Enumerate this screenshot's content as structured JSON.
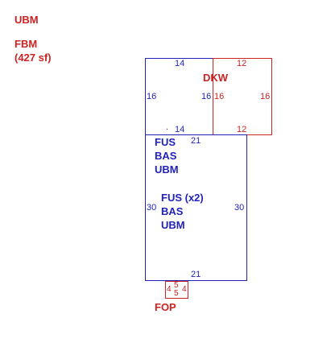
{
  "legend": {
    "ubm": "UBM",
    "fbm": "FBM",
    "fbm_area": "(427 sf)"
  },
  "upper_left_box": {
    "top": "14",
    "bottom": "14",
    "left": "16",
    "right": "16",
    "mark": "."
  },
  "dkw_box": {
    "label": "DKW",
    "top": "12",
    "bottom": "12",
    "left": "16",
    "right": "16"
  },
  "main_box": {
    "top": "21",
    "bottom": "21",
    "left": "30",
    "right": "30",
    "labels_upper": [
      "FUS",
      "BAS",
      "UBM"
    ],
    "labels_lower": [
      "FUS (x2)",
      "BAS",
      "UBM"
    ]
  },
  "fop_box": {
    "label": "FOP",
    "top": "5",
    "bottom": "5",
    "left": "4",
    "right": "4"
  },
  "colors": {
    "blue": "#2222bb",
    "red": "#cc2222"
  }
}
